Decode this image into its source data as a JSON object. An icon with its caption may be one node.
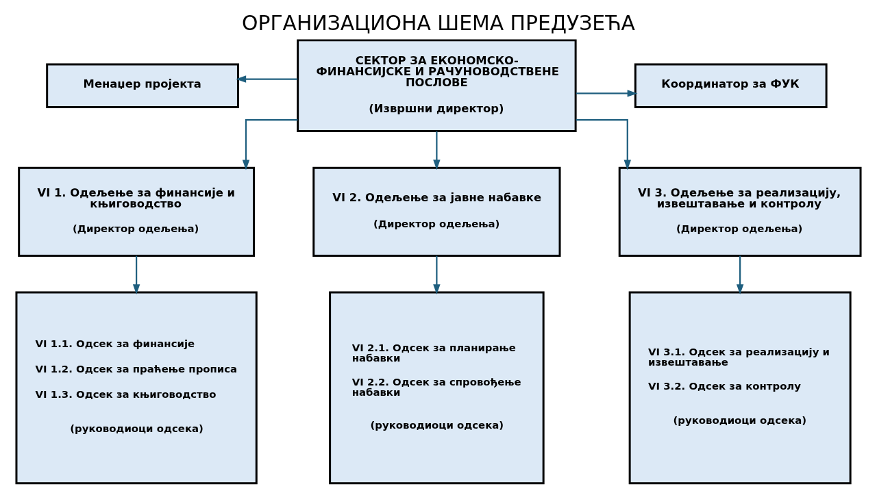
{
  "diagram": {
    "title": "ОРГАНИЗАЦИОНА ШЕМА ПРЕДУЗЕЋА",
    "nodes": [
      {
        "text": [
          "СЕКТОР ЗА ЕКОНОМСКО-ФИНАНСИЈСКЕ И РАЧУНОВОДСТВЕНЕ ПОСЛОВЕ",
          "(Извршни директор)"
        ]
      },
      {
        "text": [
          "Менаџер пројекта"
        ]
      },
      {
        "text": [
          "Координатор за ФУК"
        ]
      },
      {
        "text": [
          "VI 1. Одељење за финансије и књиговодство",
          "(Директор одељења)"
        ]
      },
      {
        "text": [
          "VI 2. Одељење за јавне набавке",
          "(Директор одељења)"
        ]
      },
      {
        "text": [
          "VI 3. Одељење за реализацију, извештавање и контролу",
          "(Директор одељења)"
        ]
      },
      {
        "text": [
          "VI 1.1. Одсек за финансије",
          "VI 1.2. Одсек за праћење прописа",
          "VI 1.3. Одсек за књиговодство",
          "(руководиоци одсека)"
        ]
      },
      {
        "text": [
          "VI 2.1. Одсек за планирање набавки",
          "VI 2.2. Одсек за спровођење набавки",
          "(руководиоци одсека)"
        ]
      },
      {
        "text": [
          "VI 3.1. Одсек за реализацију и извештавање",
          "VI 3.2. Одсек за контролу",
          "(руководиоци одсека)"
        ]
      }
    ],
    "edges": [
      {
        "from": 0,
        "to": 1,
        "arrow": "to"
      },
      {
        "from": 0,
        "to": 2,
        "arrow": "to"
      },
      {
        "from": 0,
        "to": 3,
        "arrow": "to"
      },
      {
        "from": 0,
        "to": 4,
        "arrow": "to"
      },
      {
        "from": 0,
        "to": 5,
        "arrow": "to"
      },
      {
        "from": 3,
        "to": 6,
        "arrow": "to"
      },
      {
        "from": 4,
        "to": 7,
        "arrow": "to"
      },
      {
        "from": 5,
        "to": 8,
        "arrow": "to"
      }
    ]
  }
}
